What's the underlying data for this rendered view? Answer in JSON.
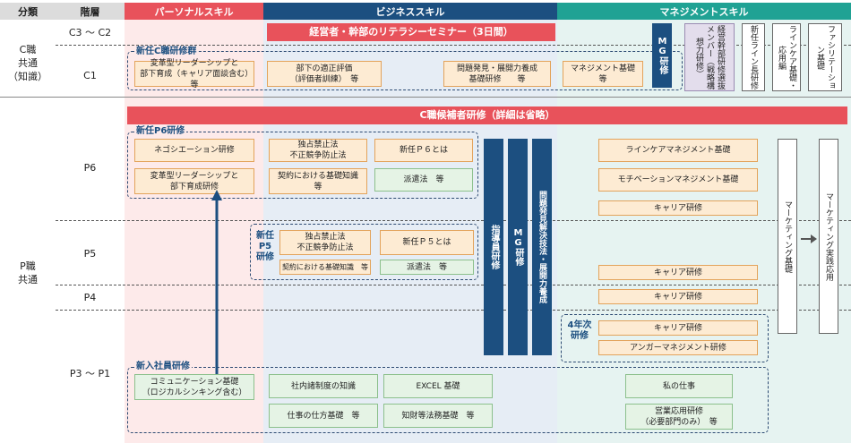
{
  "headers": {
    "category": "分類",
    "level": "階層",
    "personal": "パーソナルスキル",
    "business": "ビジネススキル",
    "management": "マネジメントスキル"
  },
  "colors": {
    "personal_header": "#e8525b",
    "business_header": "#1c4f80",
    "management_header": "#20a294",
    "personal_band": "#fdeaea",
    "business_band": "#e6edf5",
    "management_band": "#e6f3f1",
    "orange_box": "#fdebd3",
    "green_box": "#e5f3e5",
    "navy_bar": "#1c4f80"
  },
  "categories": {
    "c_line1": "C職",
    "c_line2": "共通",
    "c_line3": "（知識）",
    "p_line1": "P職",
    "p_line2": "共通"
  },
  "levels": {
    "c3c2": "C3 〜 C2",
    "c1": "C1",
    "p6": "P6",
    "p5": "P5",
    "p4": "P4",
    "p3p1": "P3 〜 P1"
  },
  "c_section": {
    "seminar": "経営者・幹部のリテラシーセミナー（3日間）",
    "group_label": "新任C職研修群",
    "leadership_l1": "変革型リーダーシップと",
    "leadership_l2": "部下育成（キャリア面談含む）　等",
    "evaluation_l1": "部下の適正評価",
    "evaluation_l2": "（評価者訓練）　等",
    "problem_l1": "問題発見・展開力養成",
    "problem_l2": "基礎研修　　等",
    "mgmt_basic_l1": "マネジメント基礎",
    "mgmt_basic_l2": "等",
    "mg_training": "MG研修",
    "exec_training": "経営幹部研修選抜メンバー（戦略構想力研修）",
    "new_line_mgr": "新任ライン長研修",
    "linecare_applied": "ラインケア基礎・応用編",
    "facilitation": "ファシリテーション基礎"
  },
  "p_section": {
    "candidate": "C職候補者研修（詳細は省略）",
    "p6_group_label": "新任P6研修",
    "negotiation": "ネゴシエーション研修",
    "leadership_l1": "変革型リーダーシップと",
    "leadership_l2": "部下育成研修",
    "antimonopoly_l1": "独占禁止法",
    "antimonopoly_l2": "不正競争防止法",
    "contract_l1": "契約における基礎知識",
    "contract_l2": "等",
    "what_is_p6": "新任Ｐ６とは",
    "dispatch_law": "派遣法　等",
    "instructor": "指導員研修",
    "mg": "MG研修",
    "problem_solving": "問題発見解決技法・展開力養成",
    "linecare_mgmt": "ラインケアマネジメント基礎",
    "motivation_mgmt": "モチベーションマネジメント基礎",
    "career_p6": "キャリア研修",
    "p5_label_l1": "新任",
    "p5_label_l2": "P5",
    "p5_label_l3": "研修",
    "p5_antimonopoly_l1": "独占禁止法",
    "p5_antimonopoly_l2": "不正競争防止法",
    "p5_contract": "契約における基礎知識　等",
    "what_is_p5": "新任Ｐ５とは",
    "p5_dispatch": "派遣法　等",
    "career_p5": "キャリア研修",
    "career_p4": "キャリア研修",
    "marketing_basic": "マーケティング基礎",
    "marketing_practice": "マーケティング実践応用",
    "fourth_year_l1": "4年次",
    "fourth_year_l2": "研修",
    "career_4th": "キャリア研修",
    "anger": "アンガーマネジメント研修",
    "newhire_label": "新入社員研修",
    "communication_l1": "コミュニケーション基礎",
    "communication_l2": "（ロジカルシンキング含む）",
    "internal_rules": "社内諸制度の知識",
    "excel": "EXCEL 基礎",
    "work_basics": "仕事の仕方基礎　等",
    "ip_law": "知財等法務基礎　等",
    "my_job": "私の仕事",
    "sales_l1": "営業応用研修",
    "sales_l2": "（必要部門のみ）　等"
  }
}
